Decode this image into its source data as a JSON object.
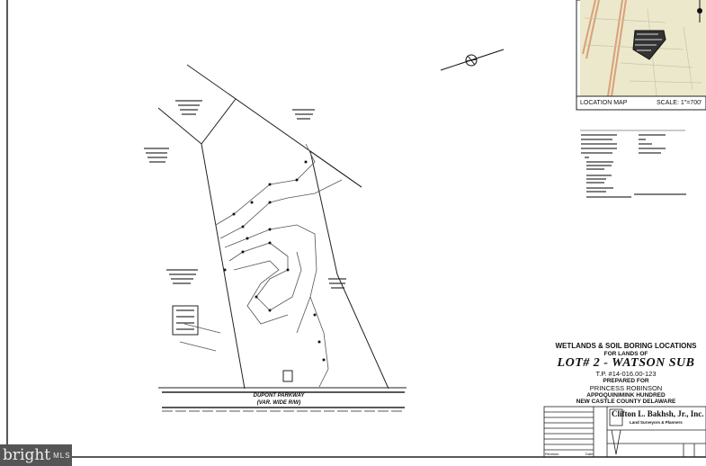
{
  "title_block": {
    "line1": "WETLANDS & SOIL BORING LOCATIONS",
    "line2": "FOR LANDS OF",
    "line3": "LOT# 2 - WATSON SUB",
    "line4": "T.P. #14-016.00-123",
    "line5": "PREPARED FOR",
    "line6": "PRINCESS ROBINSON",
    "line7": "APPOQUINIMINK HUNDRED",
    "line8": "NEW CASTLE COUNTY DELAWARE",
    "firm_name": "Clifton L. Bakhsh, Jr., Inc.",
    "firm_sub": "Land Surveyors & Planners",
    "revision_label": "Revision",
    "date_label": "Date"
  },
  "location_map": {
    "label": "LOCATION MAP",
    "scale": "SCALE: 1\"=700'"
  },
  "road": {
    "name": "DUPONT PARKWAY",
    "width": "(VAR. WIDE R/W)"
  },
  "watermark": {
    "brand": "bright",
    "suffix": "MLS"
  },
  "colors": {
    "map_bg": "#ece8cc",
    "map_road": "#d9a07a",
    "badge": "#555555"
  }
}
